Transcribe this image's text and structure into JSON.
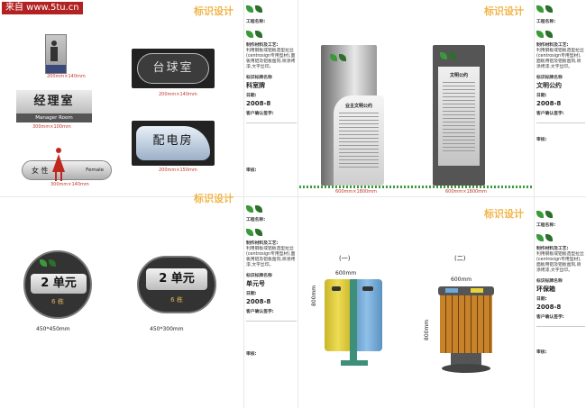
{
  "watermark": "来自 www.5tu.cn",
  "sheets": {
    "top_left_title": "标识设计",
    "top_right_title": "标识设计",
    "bottom_left_title": "标识设计",
    "bottom_right_title": "标识设计"
  },
  "signs": {
    "manager_room": "经理室",
    "manager_room_en": "Manager Room",
    "female": "女 性",
    "female_en": "Female",
    "billiard": "台球室",
    "power_room": "配电房",
    "dim_small1": "200mm×140mm",
    "dim_small2": "300mm×100mm",
    "dim_small3": "300mm×140mm",
    "dim_small4": "200mm×140mm",
    "dim_small5": "200mm×150mm"
  },
  "stands": {
    "left_title": "业主文明公约",
    "right_title": "文明公约",
    "dim_left": "600mm×1800mm",
    "dim_right": "600mm×1800mm"
  },
  "unit_signs": {
    "unit_label": "2 单元",
    "building": "6 栋",
    "dim_round": "450*450mm",
    "dim_oval": "450*300mm"
  },
  "bins": {
    "left_label": "(一)",
    "right_label": "(二)",
    "width": "600mm",
    "height": "800mm"
  },
  "side_panels": [
    {
      "project_label": "工程名称:",
      "craft_label": "制作材料及工艺:",
      "craft_text": "利用钢板或铝板造型拉丝(centrosign专用型材),面板用铝及铝板凿刻,喷涂烤漆,文字丝印。",
      "name_label": "标识标牌名称",
      "name_value": "科室牌",
      "date_label": "日期:",
      "date_value": "2008-8",
      "sign_label": "客户确认签字:",
      "review_label": "审核:"
    },
    {
      "project_label": "工程名称:",
      "craft_label": "制作材料及工艺:",
      "craft_text": "利用钢板或铝板造型拉丝(centrosign专用型材),面板用铝及铝板凿刻,喷涂烤漆,文字丝印。",
      "name_label": "标识标牌名称",
      "name_value": "文明公约",
      "date_label": "日期:",
      "date_value": "2008-8",
      "sign_label": "客户确认签字:",
      "review_label": "审核:"
    },
    {
      "project_label": "工程名称:",
      "craft_label": "制作材料及工艺:",
      "craft_text": "利用钢板或铝板造型拉丝(centrosign专用型材),面板用铝及铝板凿刻,喷涂烤漆,文字丝印。",
      "name_label": "标识标牌名称",
      "name_value": "单元号",
      "date_label": "日期:",
      "date_value": "2008-8",
      "sign_label": "客户确认签字:",
      "review_label": "审核:"
    },
    {
      "project_label": "工程名称:",
      "craft_label": "制作材料及工艺:",
      "craft_text": "利用钢板或铝板造型拉丝(centrosign专用型材),面板用铝及铝板凿刻,喷涂烤漆,文字丝印。",
      "name_label": "标识标牌名称",
      "name_value": "环保箱",
      "date_label": "日期:",
      "date_value": "2008-8",
      "sign_label": "客户确认签字:",
      "review_label": "审核:"
    }
  ],
  "colors": {
    "accent": "#f0b54a",
    "sign_dark": "#3c3c3c",
    "sign_silver": "#b8b8b8",
    "wood": "#c8822a",
    "bin_blue": "#6fa9d8",
    "bin_yellow": "#e8d43a",
    "bin_green": "#3d8f7a"
  }
}
